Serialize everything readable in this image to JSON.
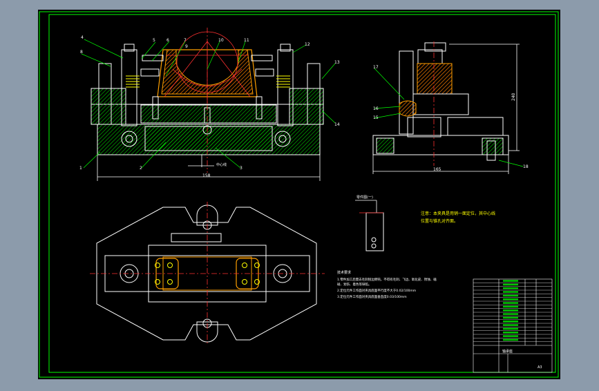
{
  "drawing": {
    "front_view": {
      "dimension_width": "158",
      "dimension_center": "中心线",
      "balloon_labels": [
        "4",
        "5",
        "6",
        "7",
        "8",
        "9",
        "10",
        "11",
        "12",
        "13",
        "14",
        "1",
        "2",
        "3"
      ]
    },
    "side_view": {
      "dimension_width": "165",
      "dimension_height": "240",
      "balloon_labels": [
        "17",
        "16",
        "15",
        "18"
      ]
    },
    "detail": {
      "label": "零件图(一)"
    },
    "note": {
      "line1": "注意：本夹具是用销一面定位，其中心线",
      "line2": "位置与锥孔对齐面。"
    },
    "tech_requirements": {
      "title": "技术要求",
      "items": [
        "1.零件加工后需去毛刺锐边倒钝，不得有毛刺、飞边、氧化皮、锈蚀、磕",
        "   碰、划伤、着色等缺陷。",
        "2.定位元件工作面对夹具底面平行度不大于0.02/100mm",
        "3.定位元件工作面对夹具底面垂直度0.03/100mm"
      ]
    },
    "title_block": {
      "drawing_name": "轴承座",
      "sheet": "A3"
    }
  },
  "colors": {
    "background": "#000000",
    "outer_frame": "#8c9bab",
    "border": "#00ff00",
    "white_lines": "#ffffff",
    "red_lines": "#ff3030",
    "hatch_green": "#00c800",
    "orange": "#ffa000",
    "yellow": "#ffff00",
    "cyan": "#00ffff"
  }
}
